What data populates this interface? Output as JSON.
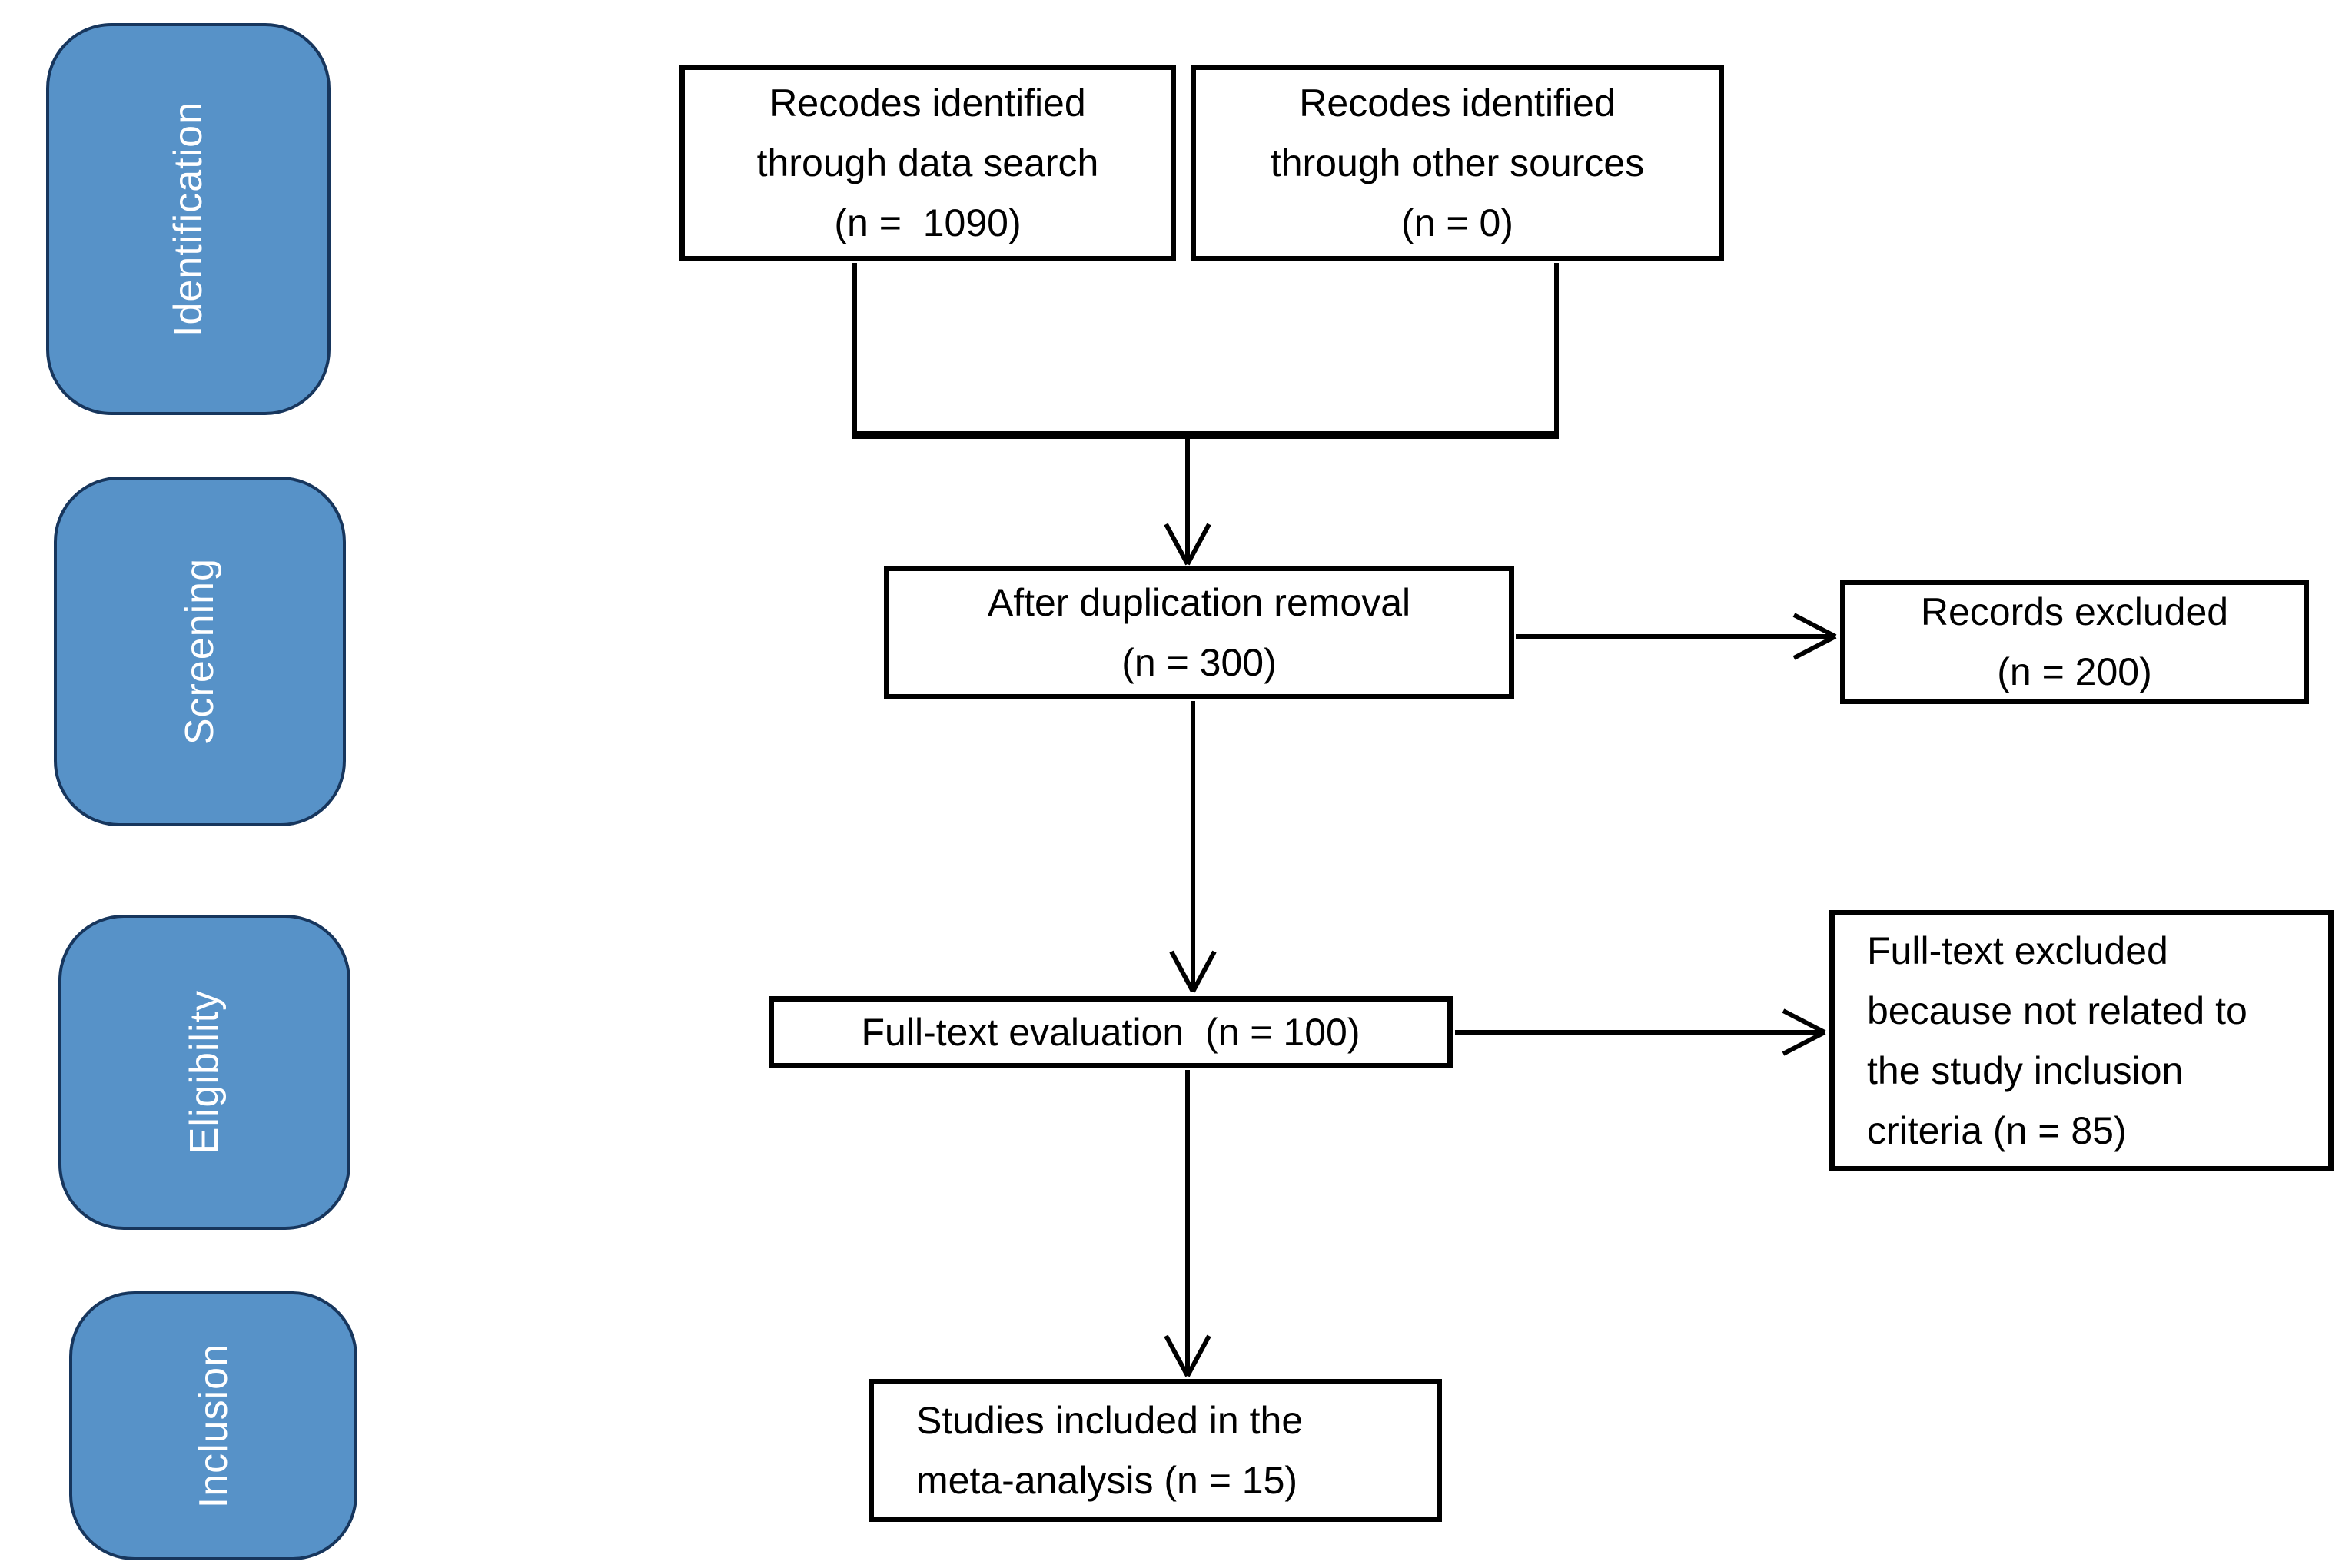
{
  "palette": {
    "stage_fill": "#5792C8",
    "stage_border": "#17365D",
    "stage_text": "#FFFFFF",
    "flow_fill": "#FFFFFF",
    "flow_border": "#000000",
    "flow_text": "#000000"
  },
  "stages": [
    {
      "label": "Identification"
    },
    {
      "label": "Screening"
    },
    {
      "label": "Eligibility"
    },
    {
      "label": "Inclusion"
    }
  ],
  "flow": {
    "identified_search": {
      "lines": [
        "Recodes identified",
        "through data search",
        "(n =  1090)"
      ]
    },
    "identified_other": {
      "lines": [
        "Recodes identified",
        "through other sources",
        "(n = 0)"
      ]
    },
    "after_dedup": {
      "lines": [
        "After duplication removal",
        "(n = 300)"
      ]
    },
    "records_excluded": {
      "lines": [
        "Records excluded",
        "(n = 200)"
      ]
    },
    "fulltext_eval": {
      "lines": [
        "Full-text evaluation  (n = 100)"
      ]
    },
    "fulltext_excluded": {
      "lines": [
        "Full-text excluded",
        "because not related to",
        "the study inclusion",
        "criteria (n = 85)"
      ]
    },
    "included": {
      "lines": [
        "Studies included in the",
        "meta-analysis (n = 15)"
      ]
    }
  }
}
